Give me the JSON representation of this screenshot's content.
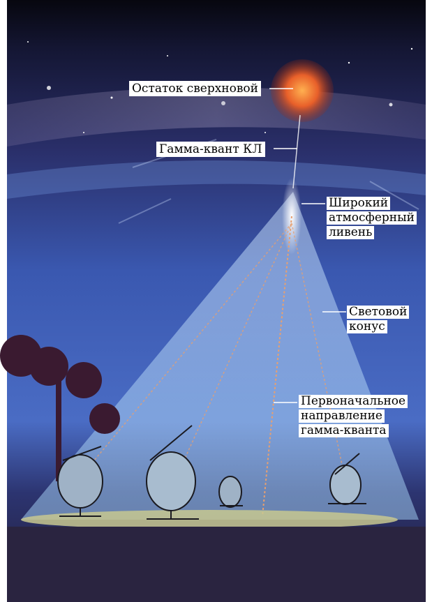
{
  "labels": {
    "supernova_remnant": "Остаток сверхновой",
    "gamma_quantum": "Гамма-квант КЛ",
    "air_shower": [
      "Широкий",
      "атмосферный",
      "ливень"
    ],
    "light_cone": [
      "Световой",
      "конус"
    ],
    "initial_direction": [
      "Первоначальное",
      "направление",
      "гамма-кванта"
    ]
  },
  "colors": {
    "sky_top": "#0a0a1a",
    "sky_mid": "#1e2a6e",
    "sky_low": "#4a6cc4",
    "supernova": "#e8602a",
    "cone": "#9cc8ee",
    "ground": "#2a2440",
    "label_bg": "#ffffff"
  }
}
